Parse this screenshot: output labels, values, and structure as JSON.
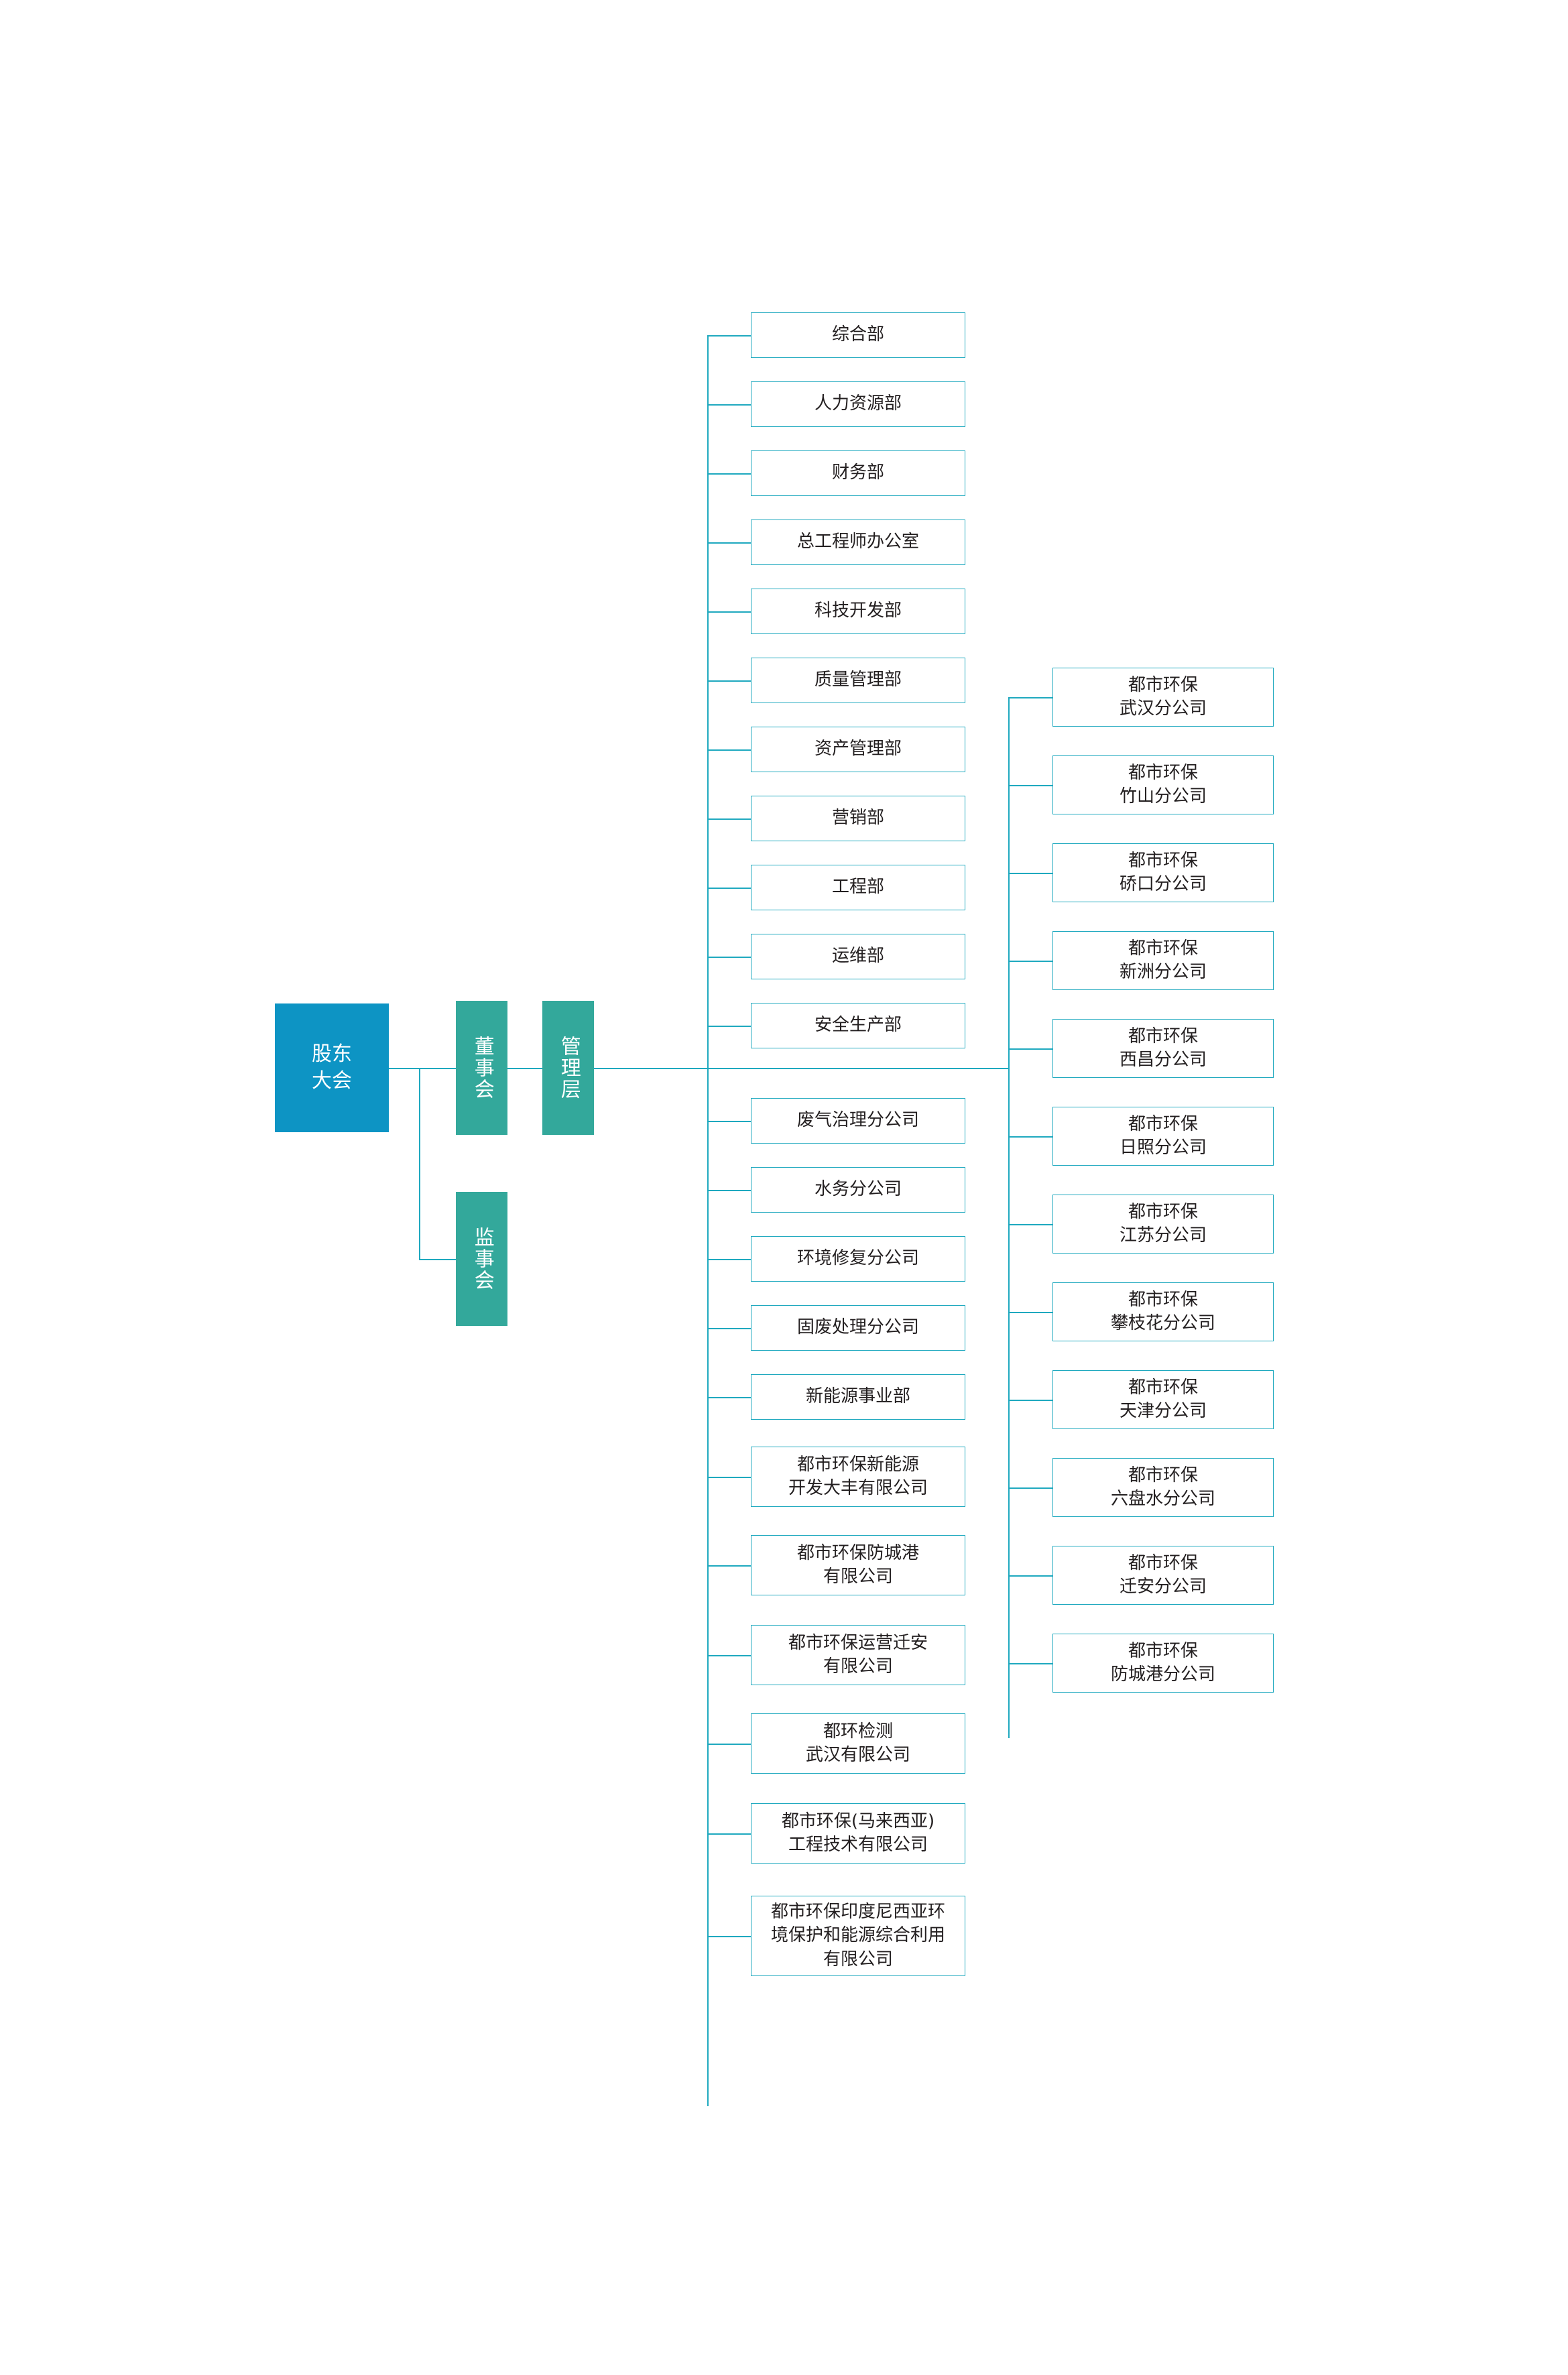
{
  "diagram": {
    "type": "organization-chart",
    "title": "",
    "colors": {
      "accent_blue": "#0d94c4",
      "accent_teal": "#33a89b",
      "line": "#1fa9bf",
      "box_border": "#1fa9bf",
      "box_bg": "#ffffff",
      "text": "#231f20",
      "solid_text": "#ffffff"
    },
    "root": {
      "label": "股东\n大会",
      "name": "shareholders-meeting"
    },
    "level2": [
      {
        "label": "董事会",
        "name": "board-of-directors"
      },
      {
        "label": "监事会",
        "name": "board-of-supervisors"
      }
    ],
    "level3": {
      "label": "管理层",
      "name": "management-layer"
    },
    "departments": [
      "综合部",
      "人力资源部",
      "财务部",
      "总工程师办公室",
      "科技开发部",
      "质量管理部",
      "资产管理部",
      "营销部",
      "工程部",
      "运维部",
      "安全生产部"
    ],
    "subsidiaries": [
      "废气治理分公司",
      "水务分公司",
      "环境修复分公司",
      "固废处理分公司",
      "新能源事业部",
      "都市环保新能源\n开发大丰有限公司",
      "都市环保防城港\n有限公司",
      "都市环保运营迁安\n有限公司",
      "都环检测\n武汉有限公司",
      "都市环保(马来西亚)\n工程技术有限公司",
      "都市环保印度尼西亚环\n境保护和能源综合利用\n有限公司"
    ],
    "branches": [
      "都市环保\n武汉分公司",
      "都市环保\n竹山分公司",
      "都市环保\n硚口分公司",
      "都市环保\n新洲分公司",
      "都市环保\n西昌分公司",
      "都市环保\n日照分公司",
      "都市环保\n江苏分公司",
      "都市环保\n攀枝花分公司",
      "都市环保\n天津分公司",
      "都市环保\n六盘水分公司",
      "都市环保\n迁安分公司",
      "都市环保\n防城港分公司"
    ]
  }
}
